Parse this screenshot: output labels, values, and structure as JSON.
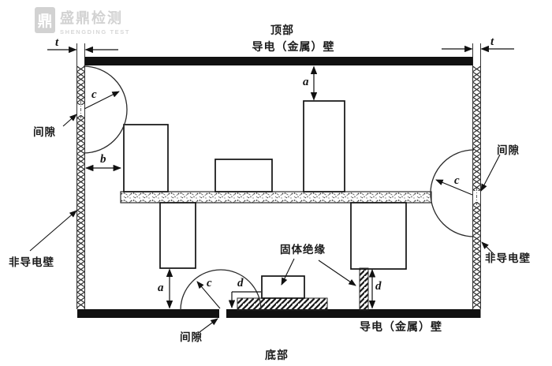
{
  "watermark": {
    "brand_cn": "盛鼎检测",
    "brand_en": "SHENGDING TEST",
    "seal_char": "鼎",
    "color": "#d2d2d2"
  },
  "labels": {
    "top_position": "顶部",
    "top_wall": "导电（金属）壁",
    "bottom_wall": "导电（金属）壁",
    "bottom_position": "底部",
    "left_wall": "非导电壁",
    "right_wall": "非导电壁",
    "gap_left": "间隙",
    "gap_right": "间隙",
    "gap_bottom": "间隙",
    "solid_insulation": "固体绝缘"
  },
  "dimensions": {
    "t_left": "t",
    "t_right": "t",
    "a_top": "a",
    "a_bottom": "a",
    "b": "b",
    "c_top_left": "c",
    "c_right": "c",
    "c_bottom": "c",
    "d_center": "d",
    "d_right": "d"
  },
  "colors": {
    "line": "#1a1a1a",
    "wall_fill": "#111111",
    "background": "#ffffff",
    "watermark": "#d2d2d2"
  }
}
